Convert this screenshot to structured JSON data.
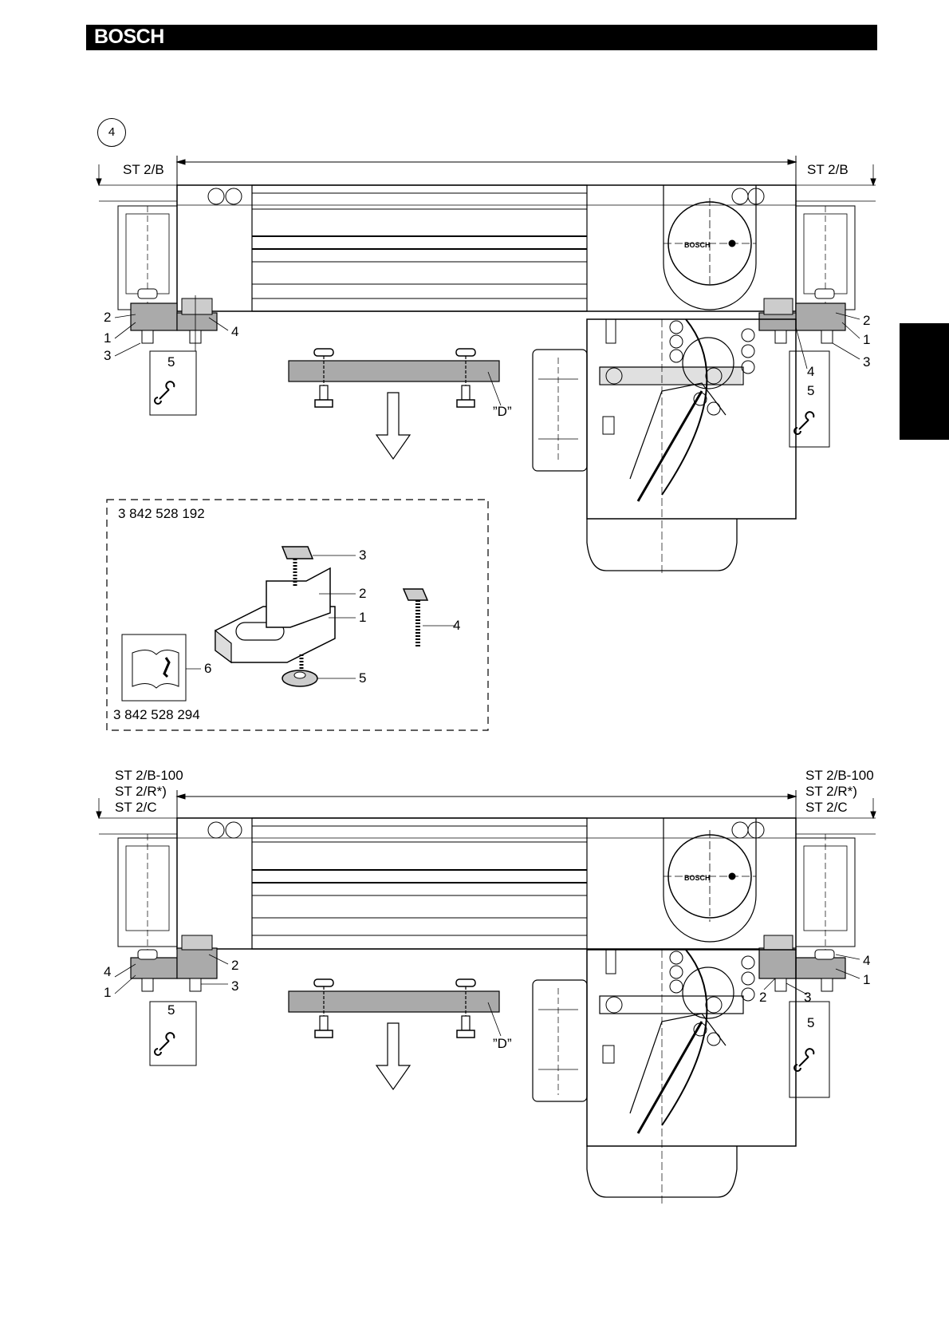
{
  "header": {
    "brand": "BOSCH"
  },
  "figure_number": "4",
  "top_assembly": {
    "label_left": "ST 2/B",
    "label_right": "ST 2/B",
    "callouts_left": [
      "2",
      "1",
      "3",
      "4",
      "5"
    ],
    "callouts_right": [
      "2",
      "1",
      "3",
      "4",
      "5"
    ],
    "detail_label": "”D”"
  },
  "parts_box": {
    "kit_number": "3 842 528 192",
    "manual_number": "3 842 528 294",
    "callouts": [
      "3",
      "2",
      "1",
      "4",
      "6",
      "5"
    ]
  },
  "bottom_assembly": {
    "labels_left": [
      "ST 2/B-100",
      "ST 2/R*)",
      "ST 2/C"
    ],
    "labels_right": [
      "ST 2/B-100",
      "ST 2/R*)",
      "ST 2/C"
    ],
    "callouts_left": [
      "4",
      "1",
      "2",
      "3",
      "5"
    ],
    "callouts_right": [
      "4",
      "1",
      "2",
      "3",
      "5"
    ],
    "detail_label": "”D”"
  },
  "drum_logo": "BOSCH",
  "icons": [
    "wrench-icon",
    "manual-book-icon",
    "down-arrow-icon"
  ]
}
